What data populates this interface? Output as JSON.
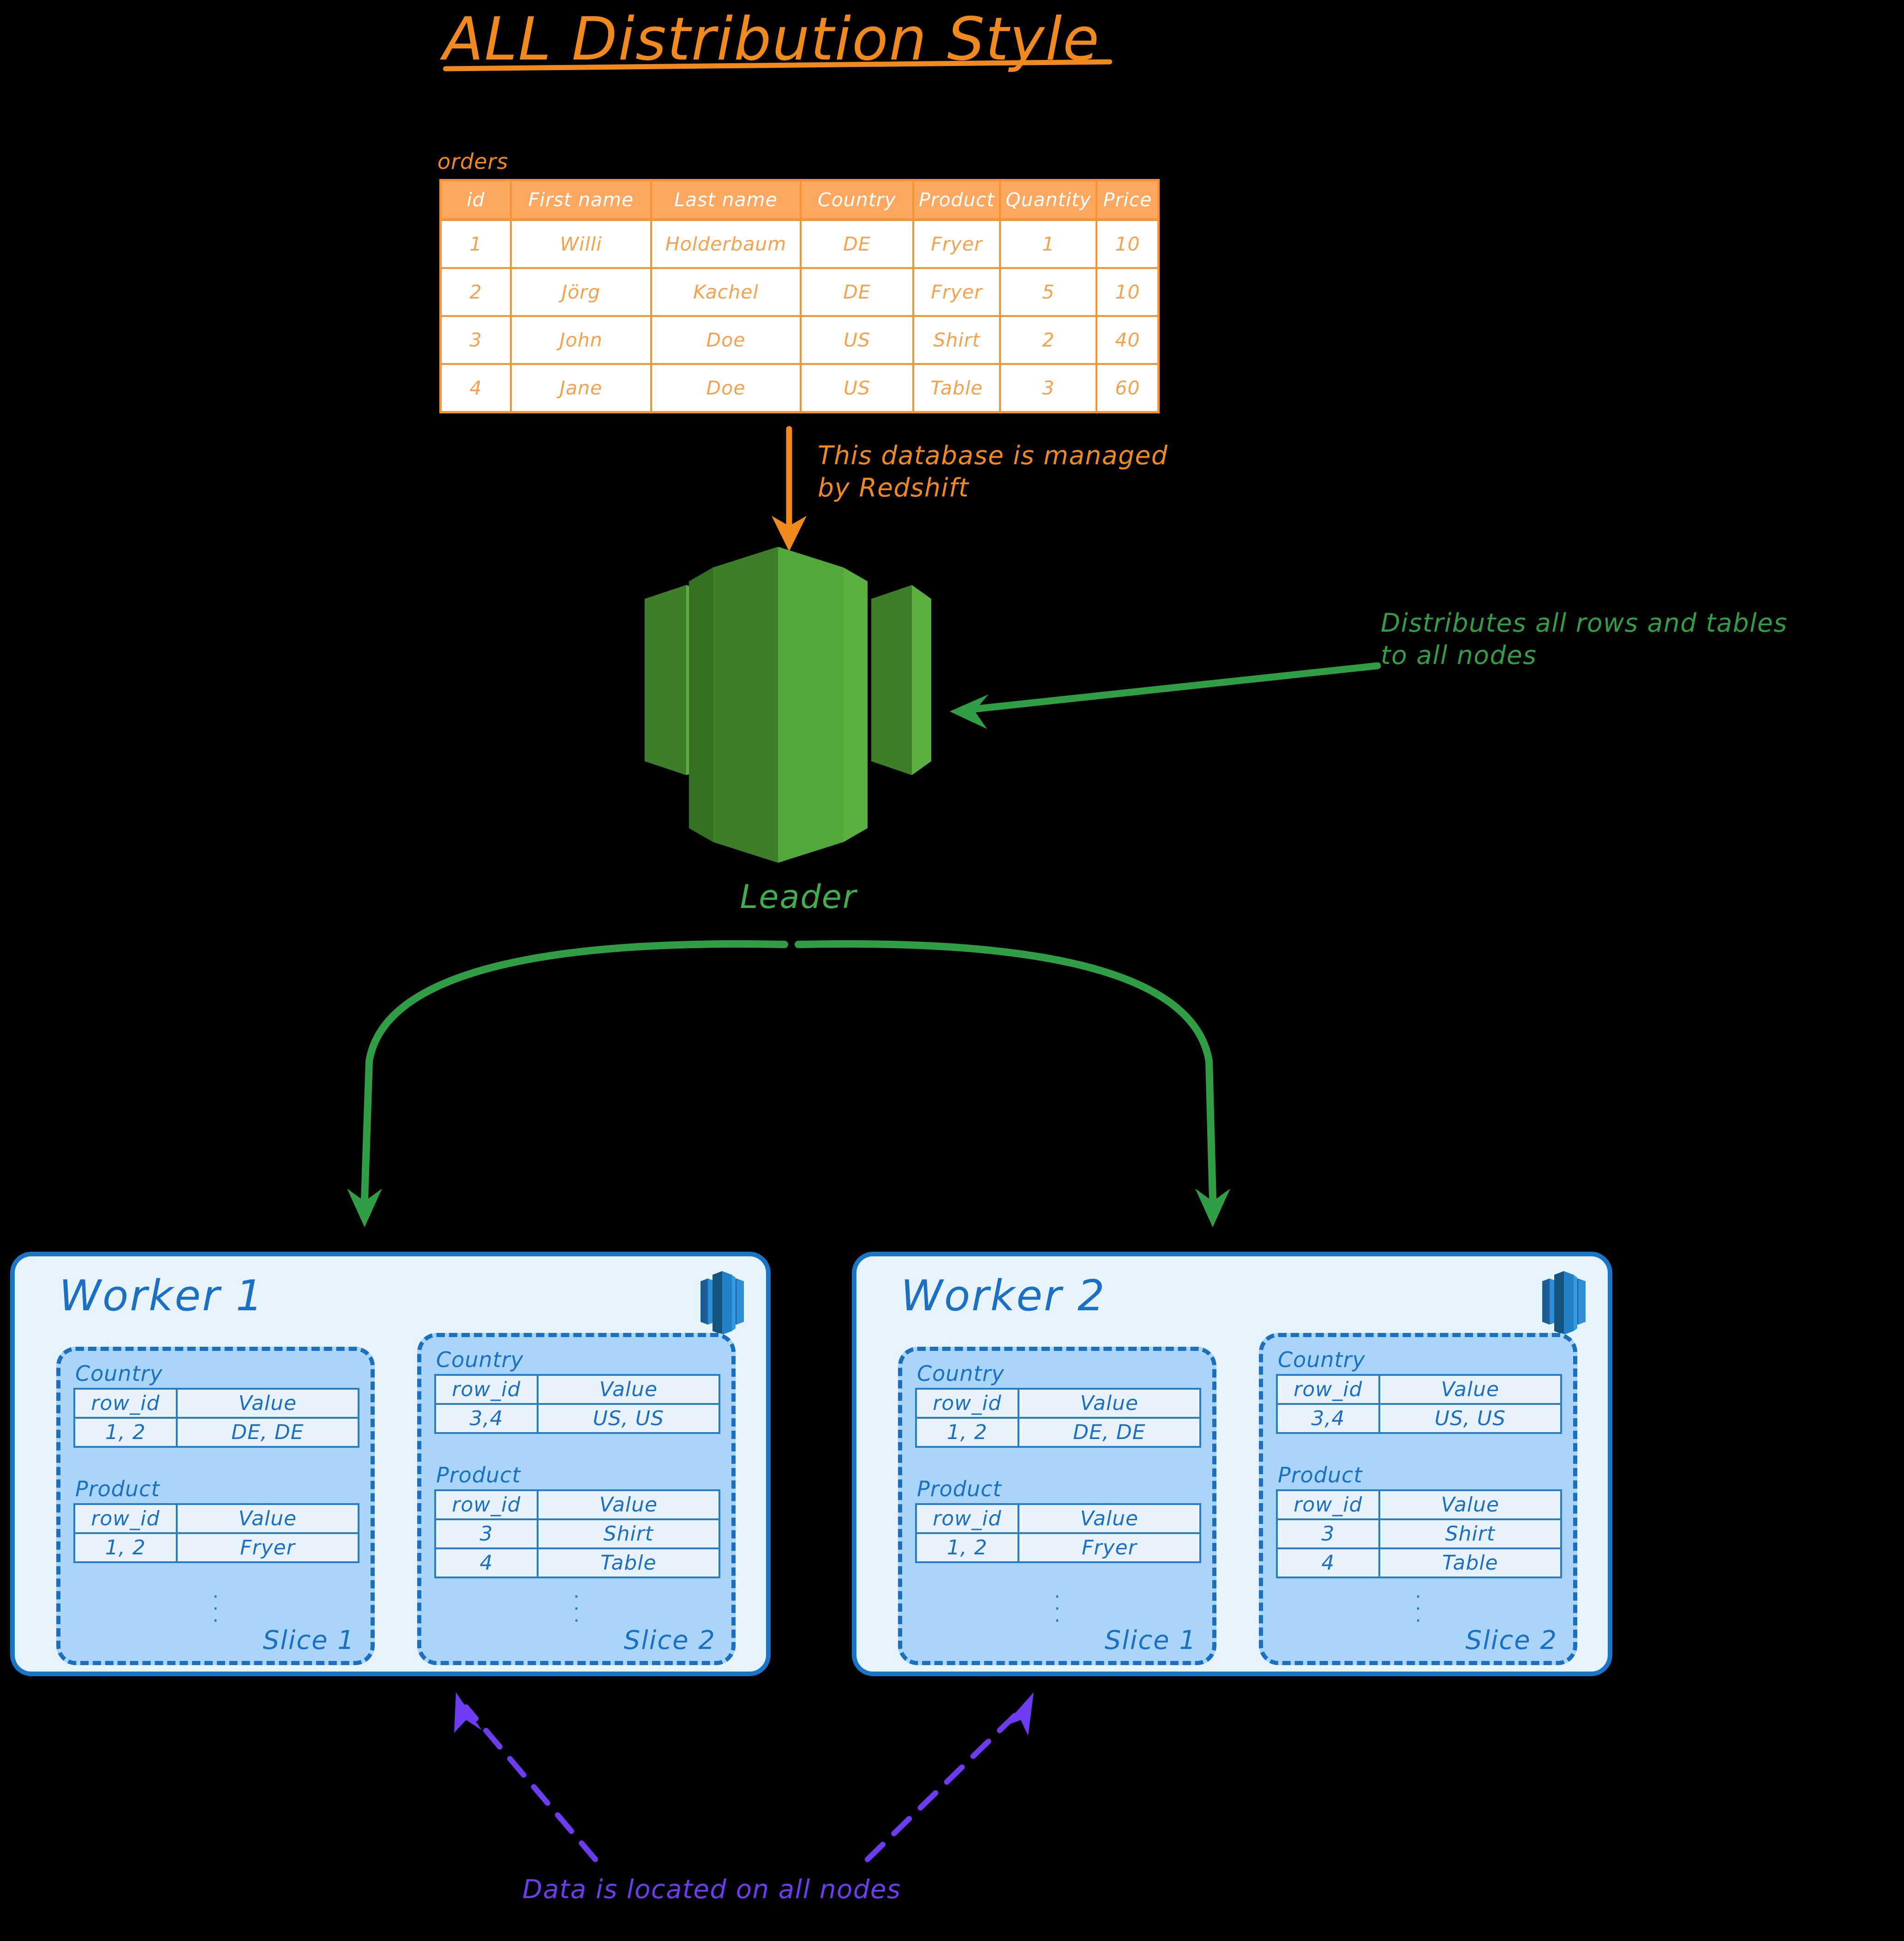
{
  "title": "ALL Distribution Style",
  "source_table": {
    "name": "orders",
    "columns": [
      "id",
      "First name",
      "Last name",
      "Country",
      "Product",
      "Quantity",
      "Price"
    ],
    "rows": [
      [
        "1",
        "Willi",
        "Holderbaum",
        "DE",
        "Fryer",
        "1",
        "10"
      ],
      [
        "2",
        "Jörg",
        "Kachel",
        "DE",
        "Fryer",
        "5",
        "10"
      ],
      [
        "3",
        "John",
        "Doe",
        "US",
        "Shirt",
        "2",
        "40"
      ],
      [
        "4",
        "Jane",
        "Doe",
        "US",
        "Table",
        "3",
        "60"
      ]
    ]
  },
  "annotations": {
    "managed_by_redshift": "This database is managed\nby Redshift",
    "distributes": "Distributes all rows and tables\nto all nodes",
    "data_on_all_nodes": "Data is located on all nodes"
  },
  "leader": {
    "label": "Leader",
    "icon": "redshift-cluster-icon"
  },
  "workers": [
    {
      "title": "Worker 1",
      "icon": "redshift-node-icon",
      "slices": [
        {
          "label": "Slice 1",
          "tables": [
            {
              "caption": "Country",
              "headers": [
                "row_id",
                "Value"
              ],
              "rows": [
                [
                  "1, 2",
                  "DE, DE"
                ]
              ]
            },
            {
              "caption": "Product",
              "headers": [
                "row_id",
                "Value"
              ],
              "rows": [
                [
                  "1, 2",
                  "Fryer"
                ]
              ]
            }
          ]
        },
        {
          "label": "Slice 2",
          "tables": [
            {
              "caption": "Country",
              "headers": [
                "row_id",
                "Value"
              ],
              "rows": [
                [
                  "3,4",
                  "US, US"
                ]
              ]
            },
            {
              "caption": "Product",
              "headers": [
                "row_id",
                "Value"
              ],
              "rows": [
                [
                  "3",
                  "Shirt"
                ],
                [
                  "4",
                  "Table"
                ]
              ]
            }
          ]
        }
      ]
    },
    {
      "title": "Worker 2",
      "icon": "redshift-node-icon",
      "slices": [
        {
          "label": "Slice 1",
          "tables": [
            {
              "caption": "Country",
              "headers": [
                "row_id",
                "Value"
              ],
              "rows": [
                [
                  "1, 2",
                  "DE, DE"
                ]
              ]
            },
            {
              "caption": "Product",
              "headers": [
                "row_id",
                "Value"
              ],
              "rows": [
                [
                  "1, 2",
                  "Fryer"
                ]
              ]
            }
          ]
        },
        {
          "label": "Slice 2",
          "tables": [
            {
              "caption": "Country",
              "headers": [
                "row_id",
                "Value"
              ],
              "rows": [
                [
                  "3,4",
                  "US, US"
                ]
              ]
            },
            {
              "caption": "Product",
              "headers": [
                "row_id",
                "Value"
              ],
              "rows": [
                [
                  "3",
                  "Shirt"
                ],
                [
                  "4",
                  "Table"
                ]
              ]
            }
          ]
        }
      ]
    }
  ],
  "colors": {
    "background": "#000000",
    "orange": "#f08a1d",
    "orange_header_fill": "#fca861",
    "orange_cell_text": "#f9a04a",
    "green": "#2f9e44",
    "green_light": "#3fae4b",
    "blue": "#1876c8",
    "blue_box_fill": "#e7f4fd",
    "blue_slice_fill": "#a9d6f8",
    "purple": "#6d3bf0"
  }
}
